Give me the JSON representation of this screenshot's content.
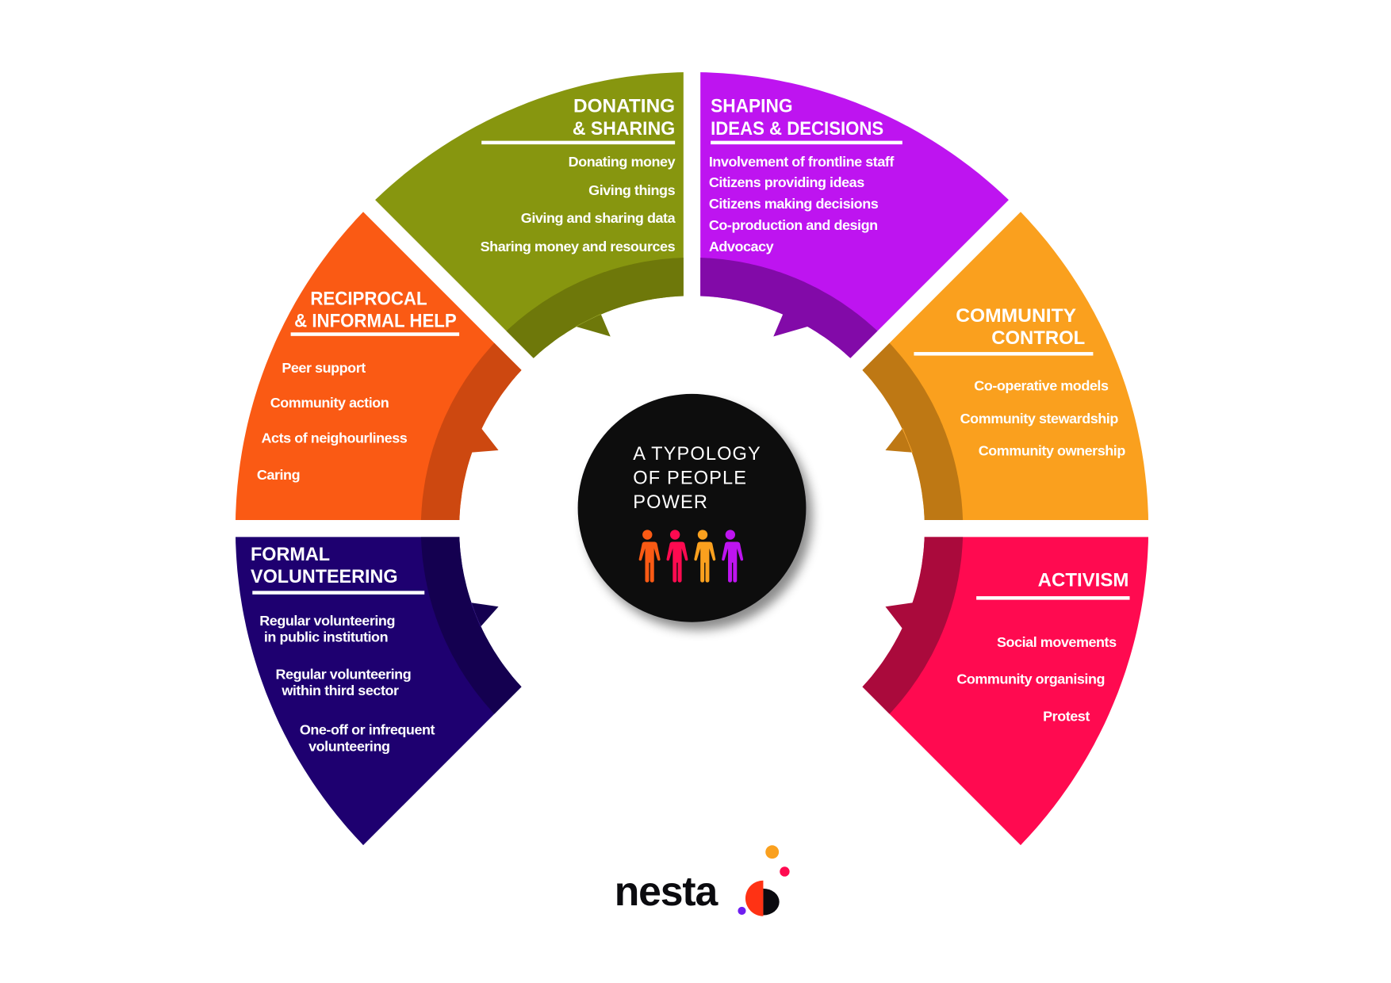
{
  "center": {
    "title_lines": [
      "A TYPOLOGY",
      "OF PEOPLE",
      "POWER"
    ],
    "people_icon_colors": [
      "#FA5A14",
      "#FF0A50",
      "#FAA01E",
      "#BE14F0"
    ],
    "background": "#0B0A0F"
  },
  "segments": [
    {
      "id": "reciprocal",
      "title": [
        "RECIPROCAL",
        "& INFORMAL HELP"
      ],
      "items": [
        "Peer support",
        "Community action",
        "Acts of neighourliness",
        "Caring"
      ],
      "color": "#FA5A14",
      "dark": "#CD4810"
    },
    {
      "id": "donating",
      "title": [
        "DONATING",
        "& SHARING"
      ],
      "items": [
        "Donating money",
        "Giving things",
        "Giving and sharing data",
        "Sharing money and resources"
      ],
      "color": "#87960F",
      "dark": "#6E780A"
    },
    {
      "id": "shaping",
      "title": [
        "SHAPING",
        "IDEAS & DECISIONS"
      ],
      "items": [
        "Involvement of frontline staff",
        "Citizens providing ideas",
        "Citizens making decisions",
        "Co-production and design",
        "Advocacy"
      ],
      "color": "#BE14F0",
      "dark": "#820AA8"
    },
    {
      "id": "community-control",
      "title": [
        "COMMUNITY",
        "CONTROL"
      ],
      "items": [
        "Co-operative models",
        "Community stewardship",
        "Community ownership"
      ],
      "color": "#FAA01E",
      "dark": "#BE7814"
    },
    {
      "id": "activism",
      "title": [
        "ACTIVISM"
      ],
      "items": [
        "Social movements",
        "Community organising",
        "Protest"
      ],
      "color": "#FF0A50",
      "dark": "#AA0A3C"
    },
    {
      "id": "formal-volunteering",
      "title": [
        "FORMAL",
        "VOLUNTEERING"
      ],
      "items": [
        [
          "Regular volunteering",
          "in public institution"
        ],
        [
          "Regular volunteering",
          "within third sector"
        ],
        [
          "One-off or infrequent",
          "volunteering"
        ]
      ],
      "color": "#1E0070",
      "dark": "#140050"
    }
  ],
  "logo": {
    "text": "nesta",
    "colors": {
      "orange": "#FAA01E",
      "pink": "#FF0A50",
      "purple": "#6E1EF0",
      "red": "#FF3214",
      "black": "#0B0A0F"
    }
  }
}
